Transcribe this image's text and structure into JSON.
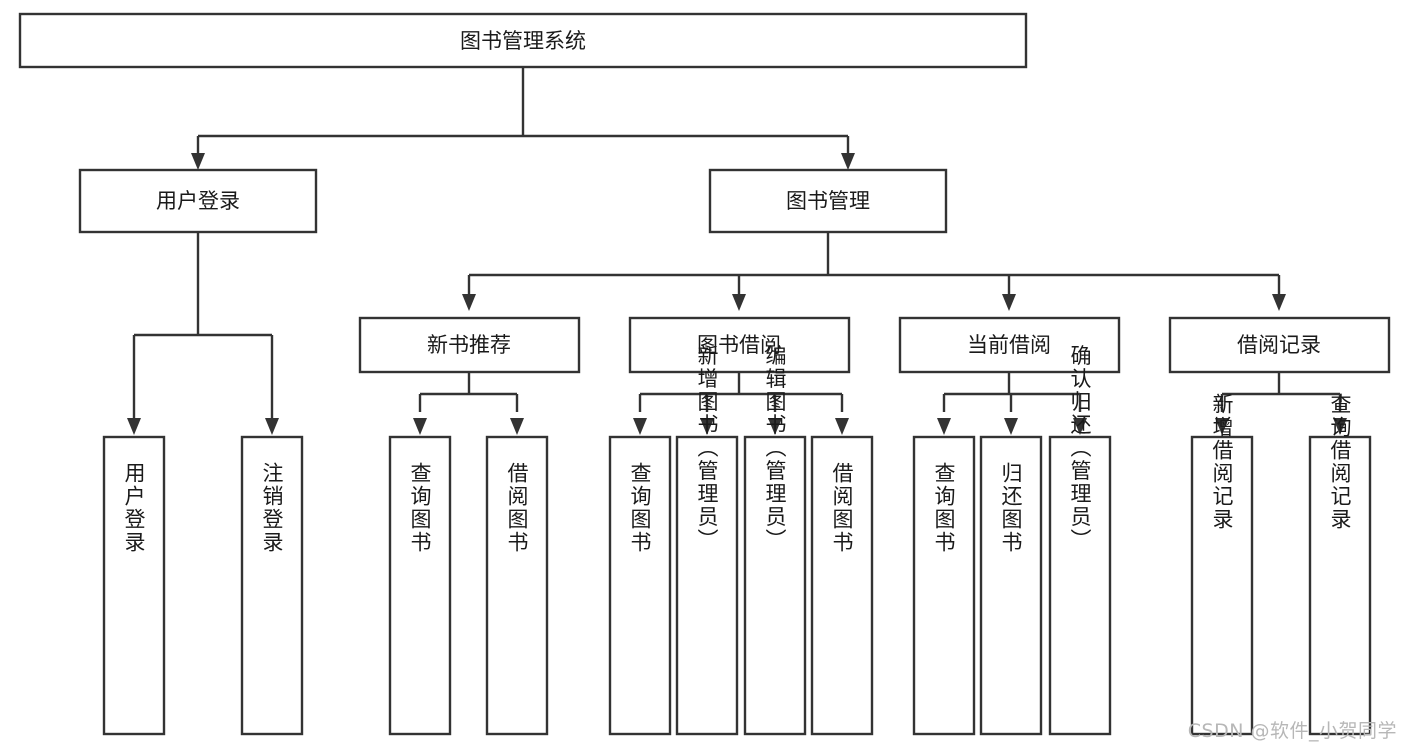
{
  "diagram": {
    "title": "图书管理系统",
    "type": "tree",
    "orientation": "top-down",
    "colors": {
      "box_fill": "#ffffff",
      "box_stroke": "#333333",
      "text": "#1a1a1a",
      "watermark": "#b7b7b7",
      "background": "#ffffff"
    },
    "nodes": {
      "root": {
        "label": "图书管理系统"
      },
      "tier2": [
        {
          "label": "用户登录"
        },
        {
          "label": "图书管理"
        }
      ],
      "tier3": [
        {
          "label": "新书推荐"
        },
        {
          "label": "图书借阅"
        },
        {
          "label": "当前借阅"
        },
        {
          "label": "借阅记录"
        }
      ],
      "leaves_user_login": [
        {
          "label": "用户登录"
        },
        {
          "label": "注销登录"
        }
      ],
      "leaves_new_book": [
        {
          "label": "查询图书"
        },
        {
          "label": "借阅图书"
        }
      ],
      "leaves_borrow_book": [
        {
          "label": "查询图书"
        },
        {
          "label": "新增图书（管理员）"
        },
        {
          "label": "编辑图书（管理员）"
        },
        {
          "label": "借阅图书"
        }
      ],
      "leaves_current_borrow": [
        {
          "label": "查询图书"
        },
        {
          "label": "归还图书"
        },
        {
          "label": "确认归还（管理员）"
        }
      ],
      "leaves_borrow_record": [
        {
          "label": "新增借阅记录"
        },
        {
          "label": "查询借阅记录"
        }
      ]
    },
    "watermark": "CSDN @软件_小贺同学"
  }
}
